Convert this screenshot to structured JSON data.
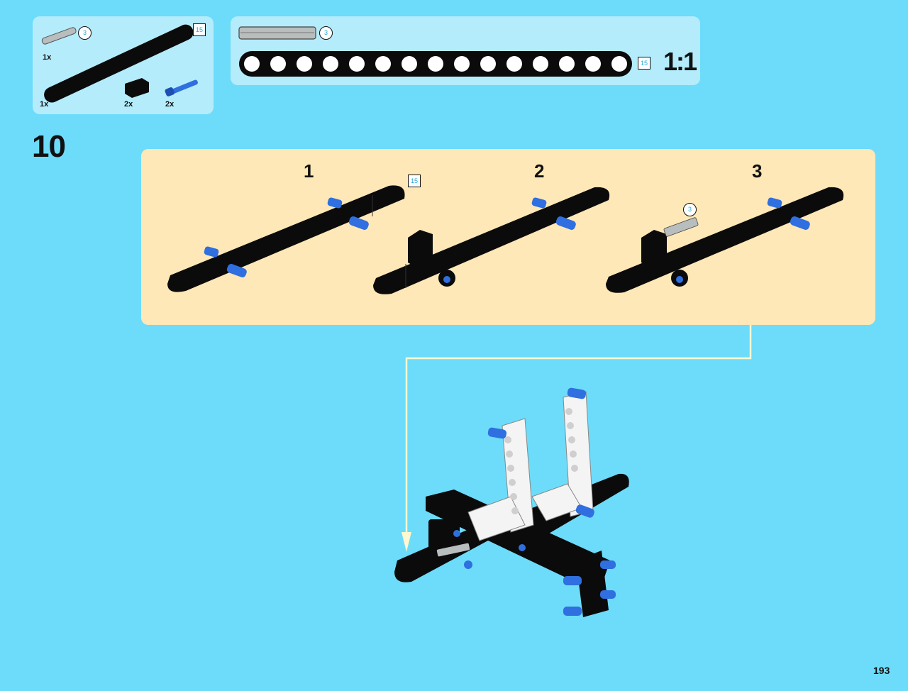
{
  "parts_list": {
    "items": [
      {
        "name": "axle-3",
        "quantity": "1x",
        "length": "3"
      },
      {
        "name": "beam-15",
        "quantity": "1x",
        "length": "15"
      },
      {
        "name": "connector-block",
        "quantity": "2x"
      },
      {
        "name": "blue-axle-pin",
        "quantity": "2x"
      }
    ]
  },
  "scale_reference": {
    "axle_length": "3",
    "beam_length": "15",
    "scale": "1:1"
  },
  "step": {
    "number": "10",
    "substeps": [
      {
        "number": "1",
        "callout": "15"
      },
      {
        "number": "2"
      },
      {
        "number": "3",
        "callout": "3"
      }
    ]
  },
  "colors": {
    "background": "#6cdcfa",
    "panel": "#b4ecfc",
    "subassembly_panel": "#ffe8b8",
    "brick_black": "#0b0b0b",
    "brick_blue": "#2f6fe0",
    "brick_white": "#f4f4f4",
    "axle_gray": "#b8bdbd"
  },
  "page": {
    "number": "193"
  }
}
